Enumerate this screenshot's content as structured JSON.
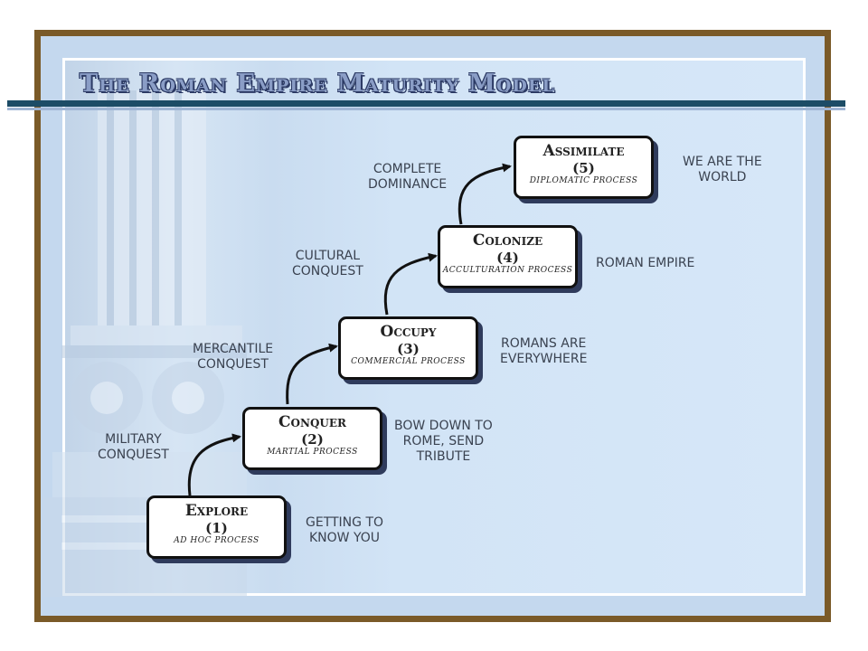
{
  "slide": {
    "title": "The Roman Empire Maturity Model"
  },
  "steps": [
    {
      "name": "Explore",
      "level": "(1)",
      "process": "Ad Hoc Process",
      "description": "Getting to\nknow you"
    },
    {
      "name": "Conquer",
      "level": "(2)",
      "process": "Martial Process",
      "description": "Bow down to\nRome, send\ntribute"
    },
    {
      "name": "Occupy",
      "level": "(3)",
      "process": "Commercial Process",
      "description": "Romans are\neverywhere"
    },
    {
      "name": "Colonize",
      "level": "(4)",
      "process": "Acculturation Process",
      "description": "Roman Empire"
    },
    {
      "name": "Assimilate",
      "level": "(5)",
      "process": "Diplomatic Process",
      "description": "We are the\nworld"
    }
  ],
  "transitions": [
    "Military\nconquest",
    "Mercantile\nconquest",
    "Cultural\nconquest",
    "Complete\ndominance"
  ],
  "colors": {
    "frame": "#7a5a28",
    "title_fill": "#8a9dc6",
    "title_outline": "#2c3a64",
    "rule": "#1c4c66",
    "box_shadow": "#2f3b5c"
  }
}
